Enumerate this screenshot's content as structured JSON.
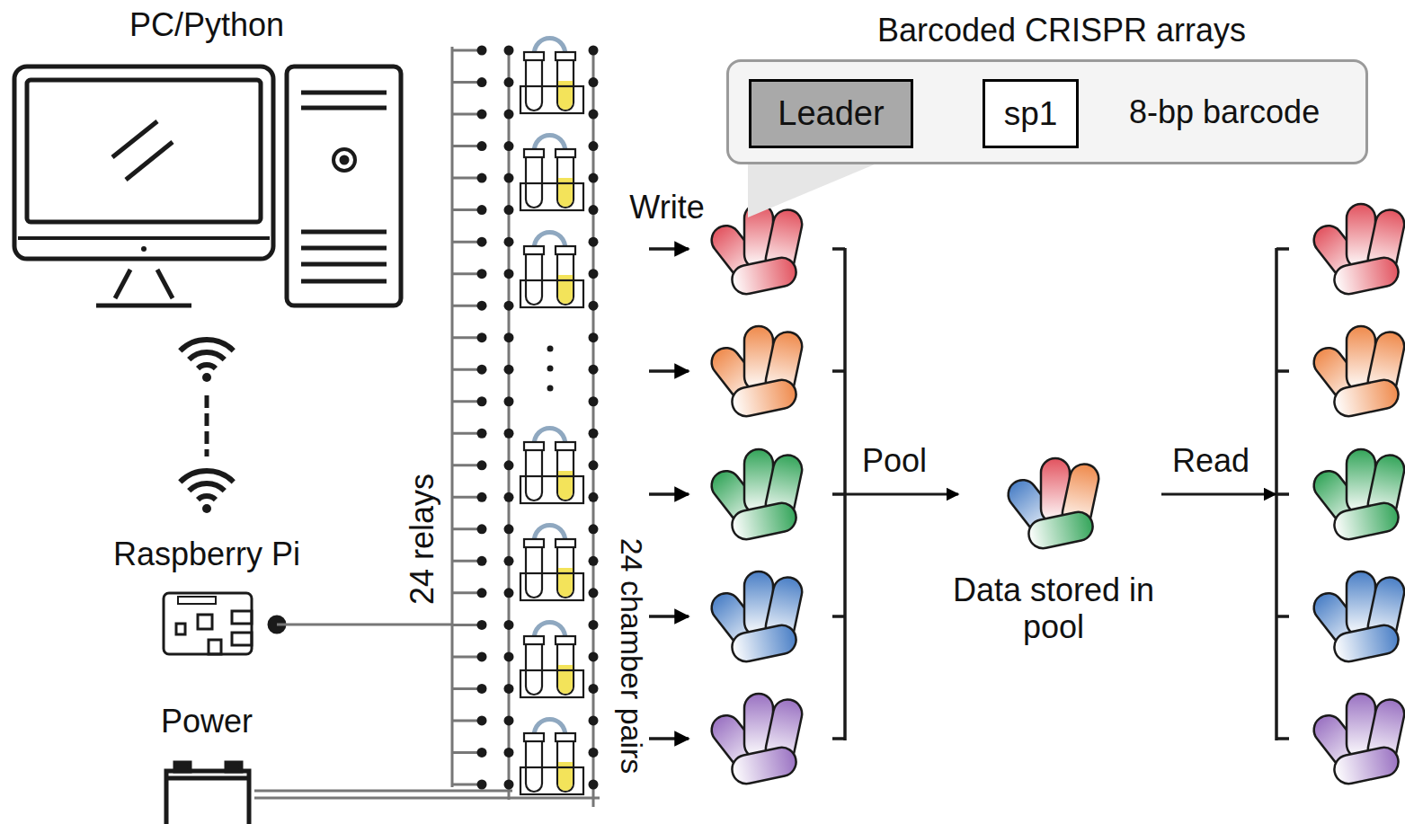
{
  "diagram": {
    "nodes": [
      {
        "text": [
          "Barcoded CRISPR arrays",
          "8-bp barcode"
        ]
      },
      {
        "text": [
          "Leader"
        ],
        "in": 0
      },
      {
        "text": [
          "sp1"
        ],
        "in": 0
      }
    ],
    "labels": [
      "PC/Python",
      "Raspberry Pi",
      "Power",
      "24 relays",
      "24 chamber pairs",
      "Write",
      "Pool",
      "Data stored in pool",
      "Read"
    ]
  }
}
